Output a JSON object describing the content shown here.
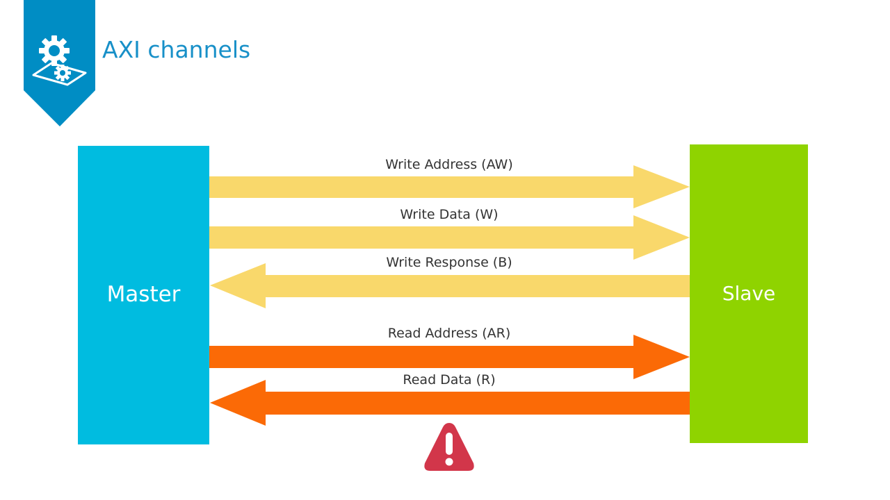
{
  "slide": {
    "title": "AXI channels"
  },
  "master": {
    "label": "Master",
    "color": "#00bce0"
  },
  "slave": {
    "label": "Slave",
    "color": "#8fd300"
  },
  "channels": [
    {
      "label": "Write Address (AW)",
      "direction": "master-to-slave",
      "color": "#f9d86b"
    },
    {
      "label": "Write Data (W)",
      "direction": "master-to-slave",
      "color": "#f9d86b"
    },
    {
      "label": "Write Response (B)",
      "direction": "slave-to-master",
      "color": "#f9d86b"
    },
    {
      "label": "Read Address (AR)",
      "direction": "master-to-slave",
      "color": "#fb6a06"
    },
    {
      "label": "Read Data (R)",
      "direction": "slave-to-master",
      "color": "#fb6a06"
    }
  ],
  "icons": {
    "badge": "gear-icon",
    "warning": "warning-icon"
  },
  "colors": {
    "badge": "#008dc4",
    "warning": "#d2364a"
  }
}
